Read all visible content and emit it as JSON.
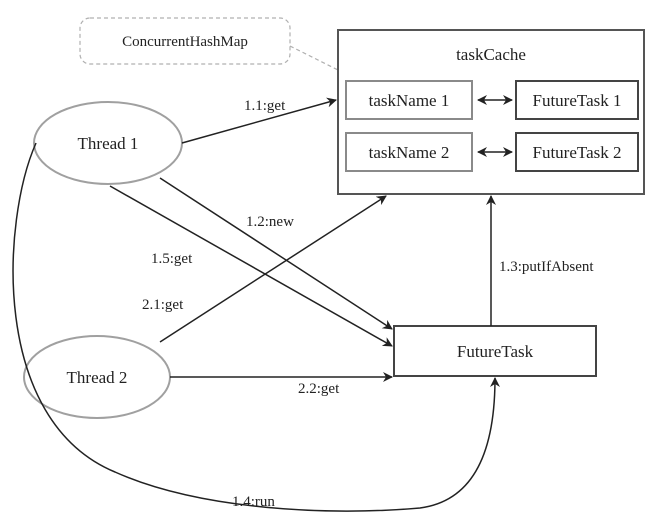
{
  "colors": {
    "stroke": "#3a3a3a",
    "ellipse_stroke": "#a0a0a0",
    "box_stroke": "#8a8a8a",
    "callout_stroke": "#b0b0b0",
    "text": "#222222"
  },
  "callout": {
    "label": "ConcurrentHashMap"
  },
  "cache": {
    "title": "taskCache",
    "entries": [
      {
        "key": "taskName 1",
        "value": "FutureTask 1"
      },
      {
        "key": "taskName 2",
        "value": "FutureTask 2"
      }
    ]
  },
  "threads": [
    {
      "label": "Thread 1"
    },
    {
      "label": "Thread 2"
    }
  ],
  "future_task": {
    "label": "FutureTask"
  },
  "edges": {
    "e11": "1.1:get",
    "e12": "1.2:new",
    "e13": "1.3:putIfAbsent",
    "e14": "1.4:run",
    "e15": "1.5:get",
    "e21": "2.1:get",
    "e22": "2.2:get"
  }
}
